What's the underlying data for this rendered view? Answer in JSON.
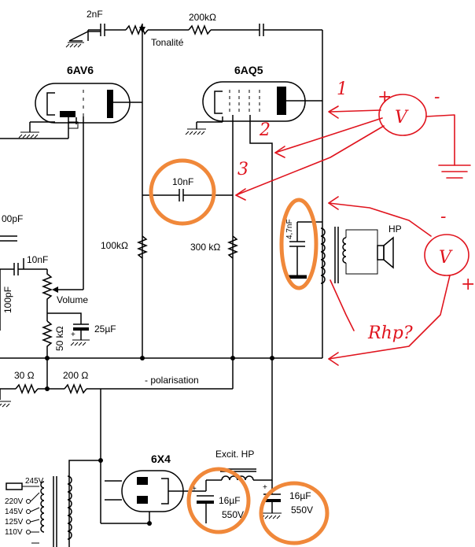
{
  "colors": {
    "wire": "#000000",
    "annotation_red": "#e0141e",
    "highlight_orange": "#f0883a",
    "background": "#ffffff"
  },
  "tubes": {
    "v1": "6AV6",
    "v2": "6AQ5",
    "rect": "6X4"
  },
  "labels": {
    "tone_cap": "2nF",
    "tone_res": "200kΩ",
    "tone": "Tonalité",
    "coupling_cap": "10nF",
    "r_plate": "100kΩ",
    "r_grid": "300 kΩ",
    "out_cap": "4,7nF",
    "speaker": "HP",
    "pf_cap": "00pF",
    "pf_cap2": "100pF",
    "vol_cap": "10nF",
    "volume": "Volume",
    "vol_res": "50 kΩ",
    "cathode_cap": "25µF",
    "r30": "30 Ω",
    "r200": "200 Ω",
    "bias": "- polarisation",
    "excit": "Excit. HP",
    "filter1_a": "16µF",
    "filter1_b": "550V",
    "filter2_a": "16µF",
    "filter2_b": "550V",
    "tap_245": "245V",
    "tap_220": "220V",
    "tap_145": "145V",
    "tap_125": "125V",
    "tap_110": "110V",
    "plus": "+"
  },
  "annotations": {
    "n1": "1",
    "n2": "2",
    "n3": "3",
    "meter1": "V",
    "meter2": "V",
    "minus1": "-",
    "minus2": "-",
    "plus1": "+",
    "plus2": "+",
    "rhp": "Rhp?"
  }
}
